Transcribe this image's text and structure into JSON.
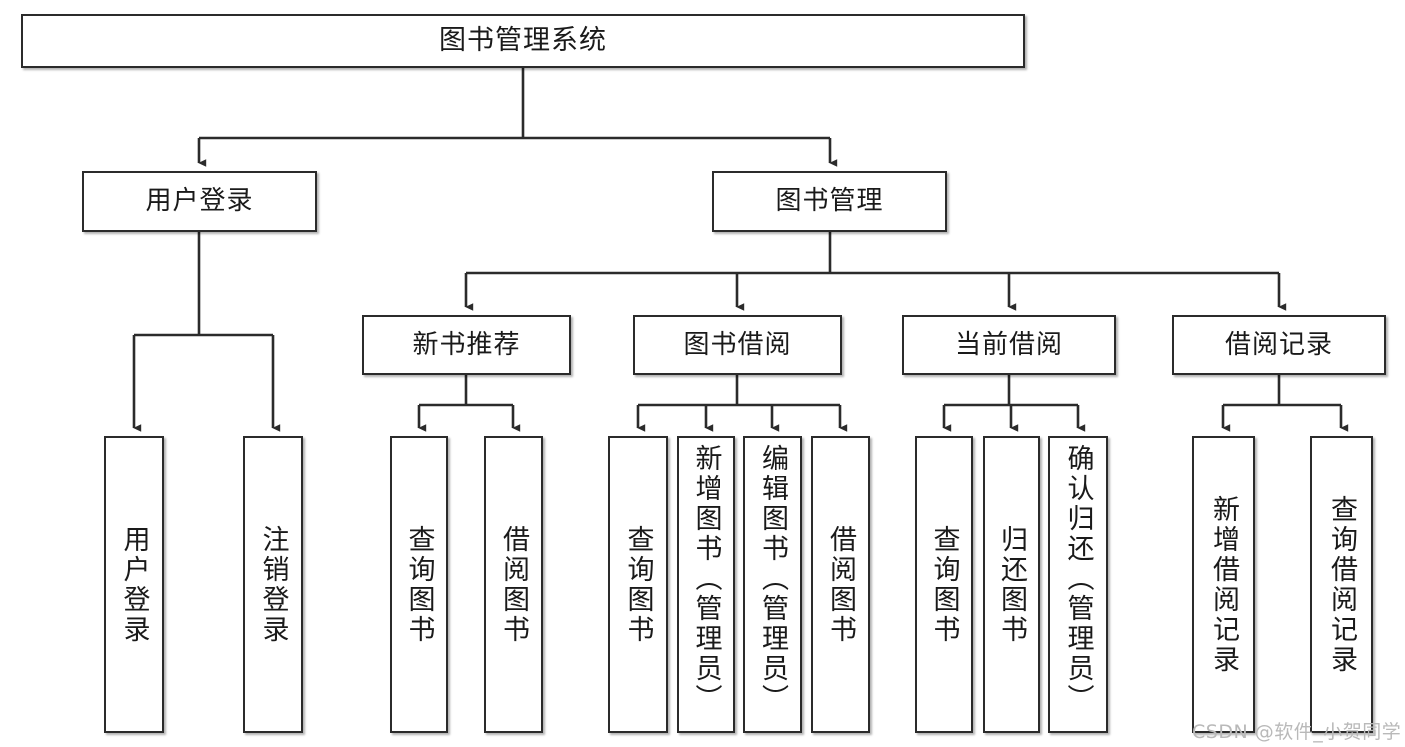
{
  "diagram": {
    "title": "图书管理系统",
    "type": "tree-hierarchy",
    "root": {
      "id": "root",
      "label": "图书管理系统"
    },
    "level2": [
      {
        "id": "user-login",
        "label": "用户登录"
      },
      {
        "id": "book-manage",
        "label": "图书管理"
      }
    ],
    "level3": [
      {
        "id": "new-book-recommend",
        "label": "新书推荐",
        "parent": "book-manage"
      },
      {
        "id": "book-borrow",
        "label": "图书借阅",
        "parent": "book-manage"
      },
      {
        "id": "current-borrow",
        "label": "当前借阅",
        "parent": "book-manage"
      },
      {
        "id": "borrow-record",
        "label": "借阅记录",
        "parent": "book-manage"
      }
    ],
    "leaves": [
      {
        "id": "leaf-user-login",
        "label": "用户登录",
        "parent": "user-login"
      },
      {
        "id": "leaf-user-logout",
        "label": "注销登录",
        "parent": "user-login"
      },
      {
        "id": "leaf-query-book-1",
        "label": "查询图书",
        "parent": "new-book-recommend"
      },
      {
        "id": "leaf-borrow-book-1",
        "label": "借阅图书",
        "parent": "new-book-recommend"
      },
      {
        "id": "leaf-query-book-2",
        "label": "查询图书",
        "parent": "book-borrow"
      },
      {
        "id": "leaf-add-book",
        "label": "新增图书（管理员）",
        "parent": "book-borrow"
      },
      {
        "id": "leaf-edit-book",
        "label": "编辑图书（管理员）",
        "parent": "book-borrow"
      },
      {
        "id": "leaf-borrow-book-2",
        "label": "借阅图书",
        "parent": "book-borrow"
      },
      {
        "id": "leaf-query-book-3",
        "label": "查询图书",
        "parent": "current-borrow"
      },
      {
        "id": "leaf-return-book",
        "label": "归还图书",
        "parent": "current-borrow"
      },
      {
        "id": "leaf-confirm-return",
        "label": "确认归还（管理员）",
        "parent": "current-borrow"
      },
      {
        "id": "leaf-add-record",
        "label": "新增借阅记录",
        "parent": "borrow-record"
      },
      {
        "id": "leaf-query-record",
        "label": "查询借阅记录",
        "parent": "borrow-record"
      }
    ],
    "watermark": "CSDN @软件_小贺同学",
    "colors": {
      "stroke": "#2b2b2b",
      "fill": "#ffffff",
      "text": "#1a1a1a",
      "watermark": "#b9b9b9"
    }
  }
}
